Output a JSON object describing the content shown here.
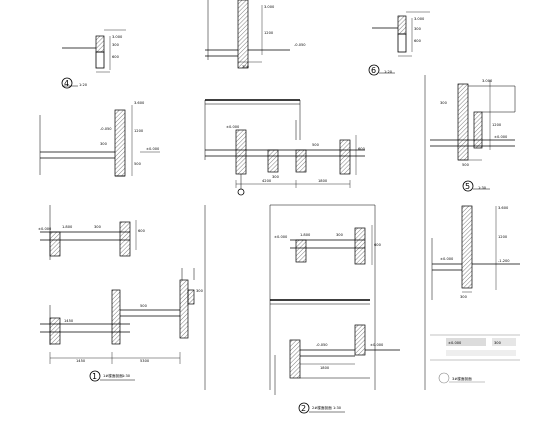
{
  "drawing": {
    "colors": {
      "line": "#000000",
      "background": "#ffffff",
      "faint": "#888888"
    },
    "details": [
      {
        "id": "detail-4",
        "number": "4",
        "scale": "1:20"
      },
      {
        "id": "detail-6",
        "number": "6",
        "scale": "1:20"
      },
      {
        "id": "detail-5",
        "number": "5",
        "scale": "1:30"
      },
      {
        "id": "section-1",
        "number": "1",
        "title": "1#楼面剖面",
        "scale": "1:30"
      },
      {
        "id": "section-2",
        "number": "2",
        "title": "2#楼面剖面",
        "scale": "1:30"
      },
      {
        "id": "section-3",
        "number": "3",
        "title": "3#楼面剖面"
      }
    ],
    "dimensions": {
      "d1": "1450",
      "d2": "4200",
      "d3": "1800",
      "d4": "1800",
      "d5": "5300",
      "d6": "1450",
      "d7": "1200",
      "d8": "500",
      "d9": "300",
      "d10": "600"
    },
    "notes": {
      "lvl1": "3.000",
      "lvl2": "-0.050",
      "lvl3": "±0.000",
      "lvl4": "3.600",
      "lvl5": "1.800",
      "lvl6": "-1.200"
    },
    "icons": [
      "hatch-pattern",
      "level-mark",
      "grid-bubble",
      "break-line"
    ]
  }
}
